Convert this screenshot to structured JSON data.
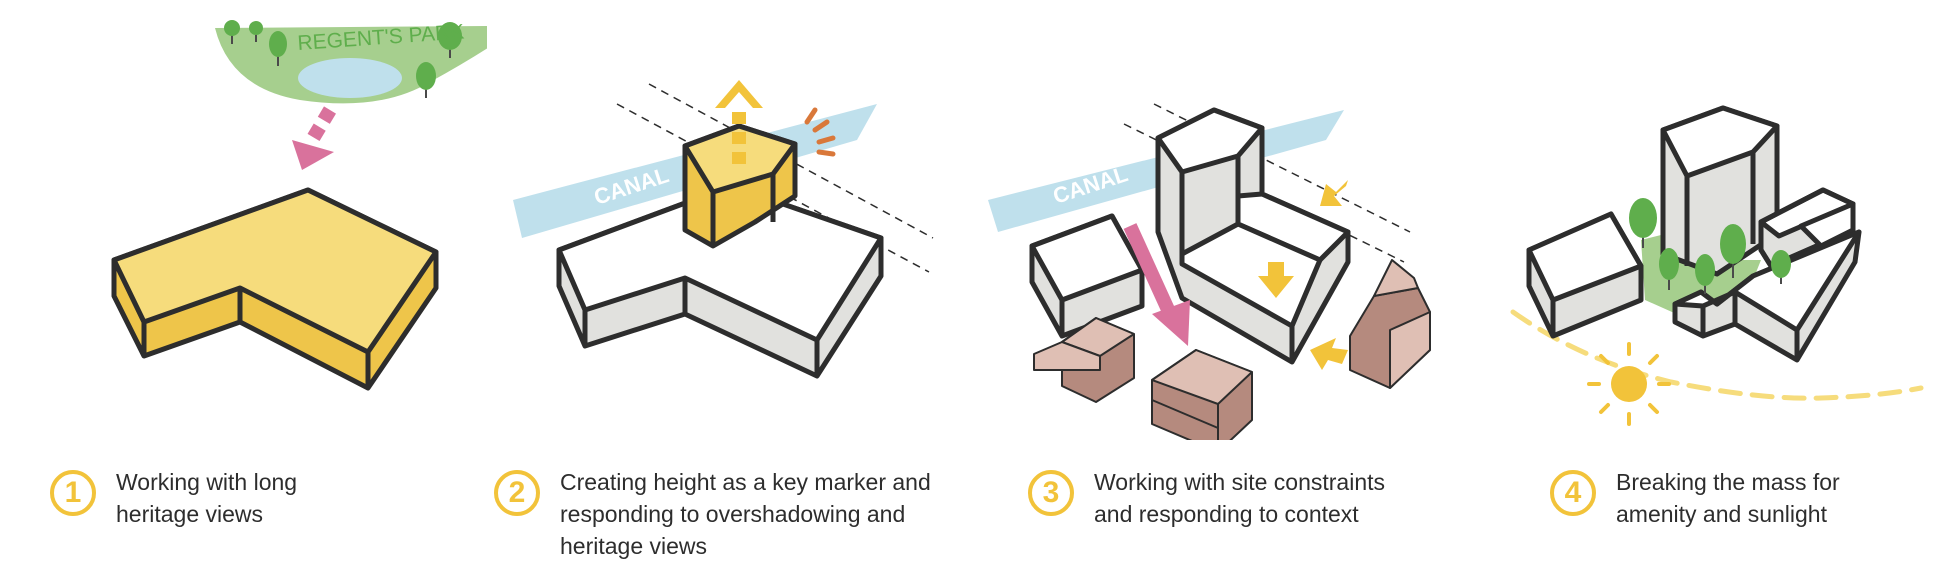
{
  "colors": {
    "outline": "#2d2d2d",
    "accent_yellow": "#f2c33a",
    "block_yellow_top": "#f6dc7c",
    "block_yellow_side": "#eec54a",
    "block_white_side": "#e1e1de",
    "park_green": "#a6cf8e",
    "tree_green": "#5fae4c",
    "water_blue": "#bfe0ec",
    "arrow_pink": "#d9729c",
    "context_brown": "#dfbfb4",
    "context_brown_dark": "#b58a7e",
    "sun_yellow": "#f2c33a",
    "glare_orange": "#d9783a"
  },
  "panels": [
    {
      "number": "1",
      "caption": "Working with long\nheritage views",
      "labels": {
        "park": "REGENT'S PARK"
      }
    },
    {
      "number": "2",
      "caption": "Creating height as a key marker and\nresponding to overshadowing and\nheritage views",
      "labels": {
        "canal": "CANAL"
      }
    },
    {
      "number": "3",
      "caption": "Working with site constraints\nand responding to context",
      "labels": {
        "canal": "CANAL"
      }
    },
    {
      "number": "4",
      "caption": "Breaking the mass for\namenity and sunlight",
      "labels": {}
    }
  ]
}
